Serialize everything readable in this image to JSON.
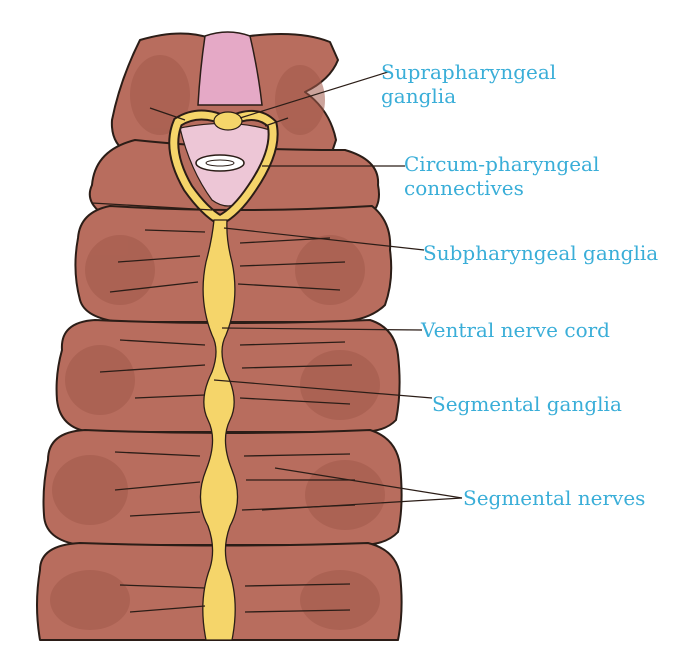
{
  "colors": {
    "body": "#b86d5e",
    "body_shade": "#a25a4b",
    "outline": "#2b1d17",
    "nerve": "#f5d56a",
    "pharynx": "#e0a8c6",
    "label": "#3aaed8"
  },
  "labels": {
    "suprapharyngeal": [
      "Suprapharyngeal",
      "ganglia"
    ],
    "circum": [
      "Circum-pharyngeal",
      "connectives"
    ],
    "subpharyngeal": "Subpharyngeal  ganglia",
    "ventral": "Ventral  nerve  cord",
    "segmental_ganglia": "Segmental ganglia",
    "segmental_nerves": "Segmental  nerves"
  }
}
